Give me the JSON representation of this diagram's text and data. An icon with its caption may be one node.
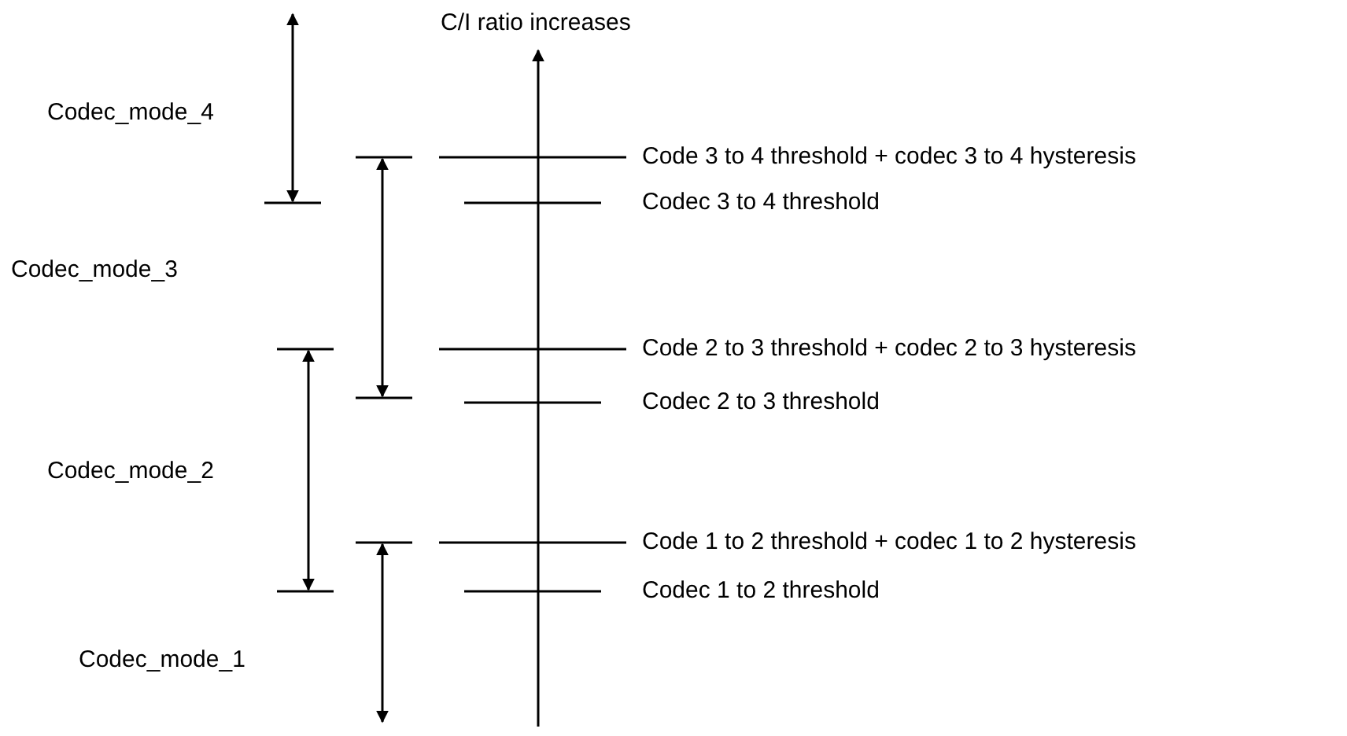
{
  "diagram": {
    "labels": [
      "C/I ratio increases",
      "Codec_mode_4",
      "Code 3 to 4 threshold + codec 3 to 4 hysteresis",
      "Codec 3 to 4 threshold",
      "Codec_mode_3",
      "Code 2 to 3 threshold + codec 2 to 3 hysteresis",
      "Codec 2 to 3 threshold",
      "Codec_mode_2",
      "Code 1 to 2 threshold + codec 1 to 2 hysteresis",
      "Codec 1 to 2 threshold",
      "Codec_mode_1"
    ]
  }
}
